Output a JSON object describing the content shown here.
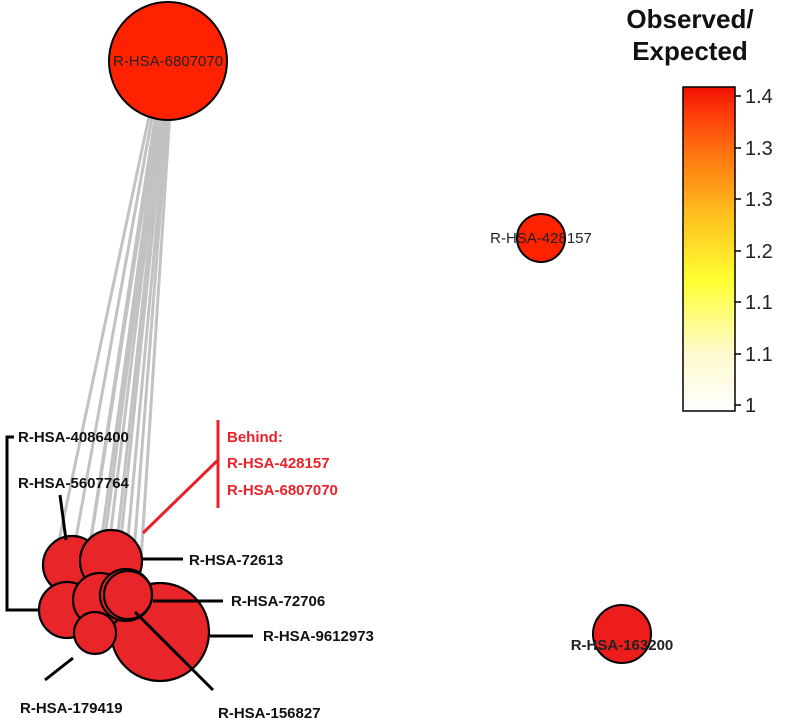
{
  "legend": {
    "title_line1": "Observed/",
    "title_line2": "Expected",
    "ticks": [
      "1.4",
      "1.3",
      "1.3",
      "1.2",
      "1.1",
      "1.1",
      "1"
    ],
    "gradient": [
      "#ffffff",
      "#fffacd",
      "#ffff33",
      "#ffc21f",
      "#ff7a10",
      "#ff3b0a",
      "#ee1100"
    ]
  },
  "nodes": [
    {
      "id": "R-HSA-6807070",
      "label": "R-HSA-6807070",
      "color": "#ff2200"
    },
    {
      "id": "R-HSA-428157",
      "label": "R-HSA-428157",
      "color": "#ff2200"
    },
    {
      "id": "R-HSA-163200",
      "label": "R-HSA-163200",
      "color": "#ee1d1d"
    }
  ],
  "annotations": {
    "cluster_labels": [
      "R-HSA-4086400",
      "R-HSA-5607764",
      "R-HSA-72613",
      "R-HSA-72706",
      "R-HSA-9612973",
      "R-HSA-179419",
      "R-HSA-156827"
    ],
    "behind_title": "Behind:",
    "behind_items": [
      "R-HSA-428157",
      "R-HSA-6807070"
    ],
    "behind_color": "#e8222a"
  },
  "cluster_color": "#e8262a",
  "edge_color": "#b8b8b8"
}
